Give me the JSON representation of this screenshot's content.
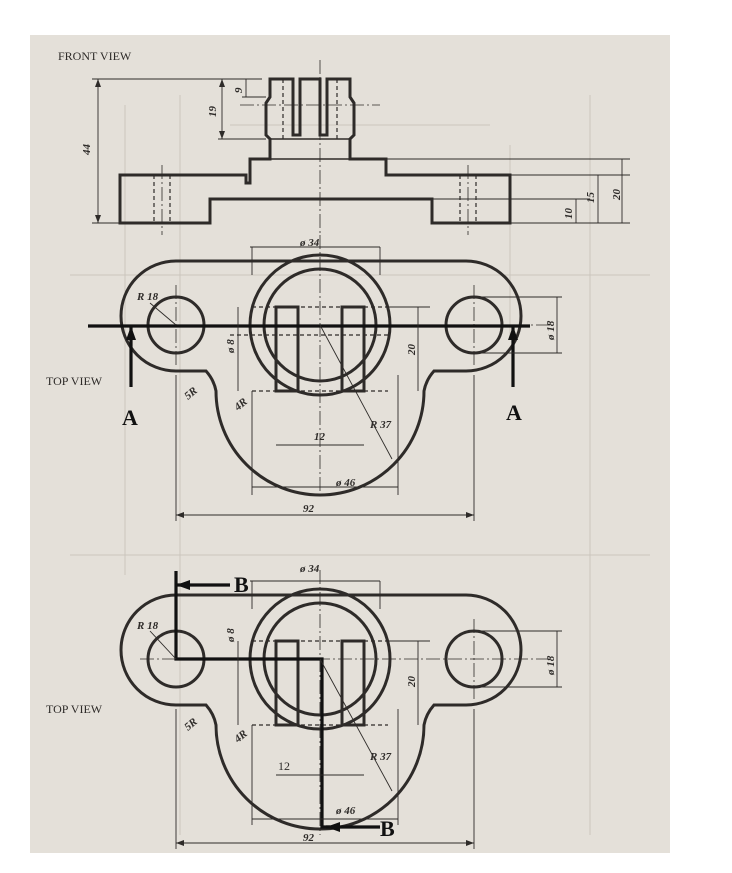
{
  "views": {
    "front": "FRONT VIEW",
    "top": "TOP VIEW",
    "top_b": "TOP VIEW"
  },
  "dims_front": {
    "overall_height": "44",
    "upper_height": "19",
    "slot_depth": "9",
    "base_height": "20",
    "mid_height": "15",
    "flange_height": "10"
  },
  "dims_top": {
    "boss_dia": "ø 34",
    "r_left": "R 18",
    "hole_dia_left": "ø 8",
    "slot_width": "20",
    "hole_dia_right": "ø 18",
    "fillet_5r": "5R",
    "fillet_4r": "4R",
    "slot_gap": "12",
    "r_big": "R 37",
    "outer_dia": "ø 46",
    "overall_length": "92"
  },
  "section_a": {
    "left": "A",
    "right": "A"
  },
  "dims_top_b": {
    "boss_dia": "ø 34",
    "r_left": "R 18",
    "hole_dia_left": "ø 8",
    "slot_width": "20",
    "hole_dia_right": "ø 18",
    "fillet_5r": "5R",
    "fillet_4r": "4R",
    "slot_gap": "12",
    "r_big": "R 37",
    "outer_dia": "ø 46",
    "overall_length": "92"
  },
  "section_b": {
    "top": "B",
    "bottom": "B"
  }
}
